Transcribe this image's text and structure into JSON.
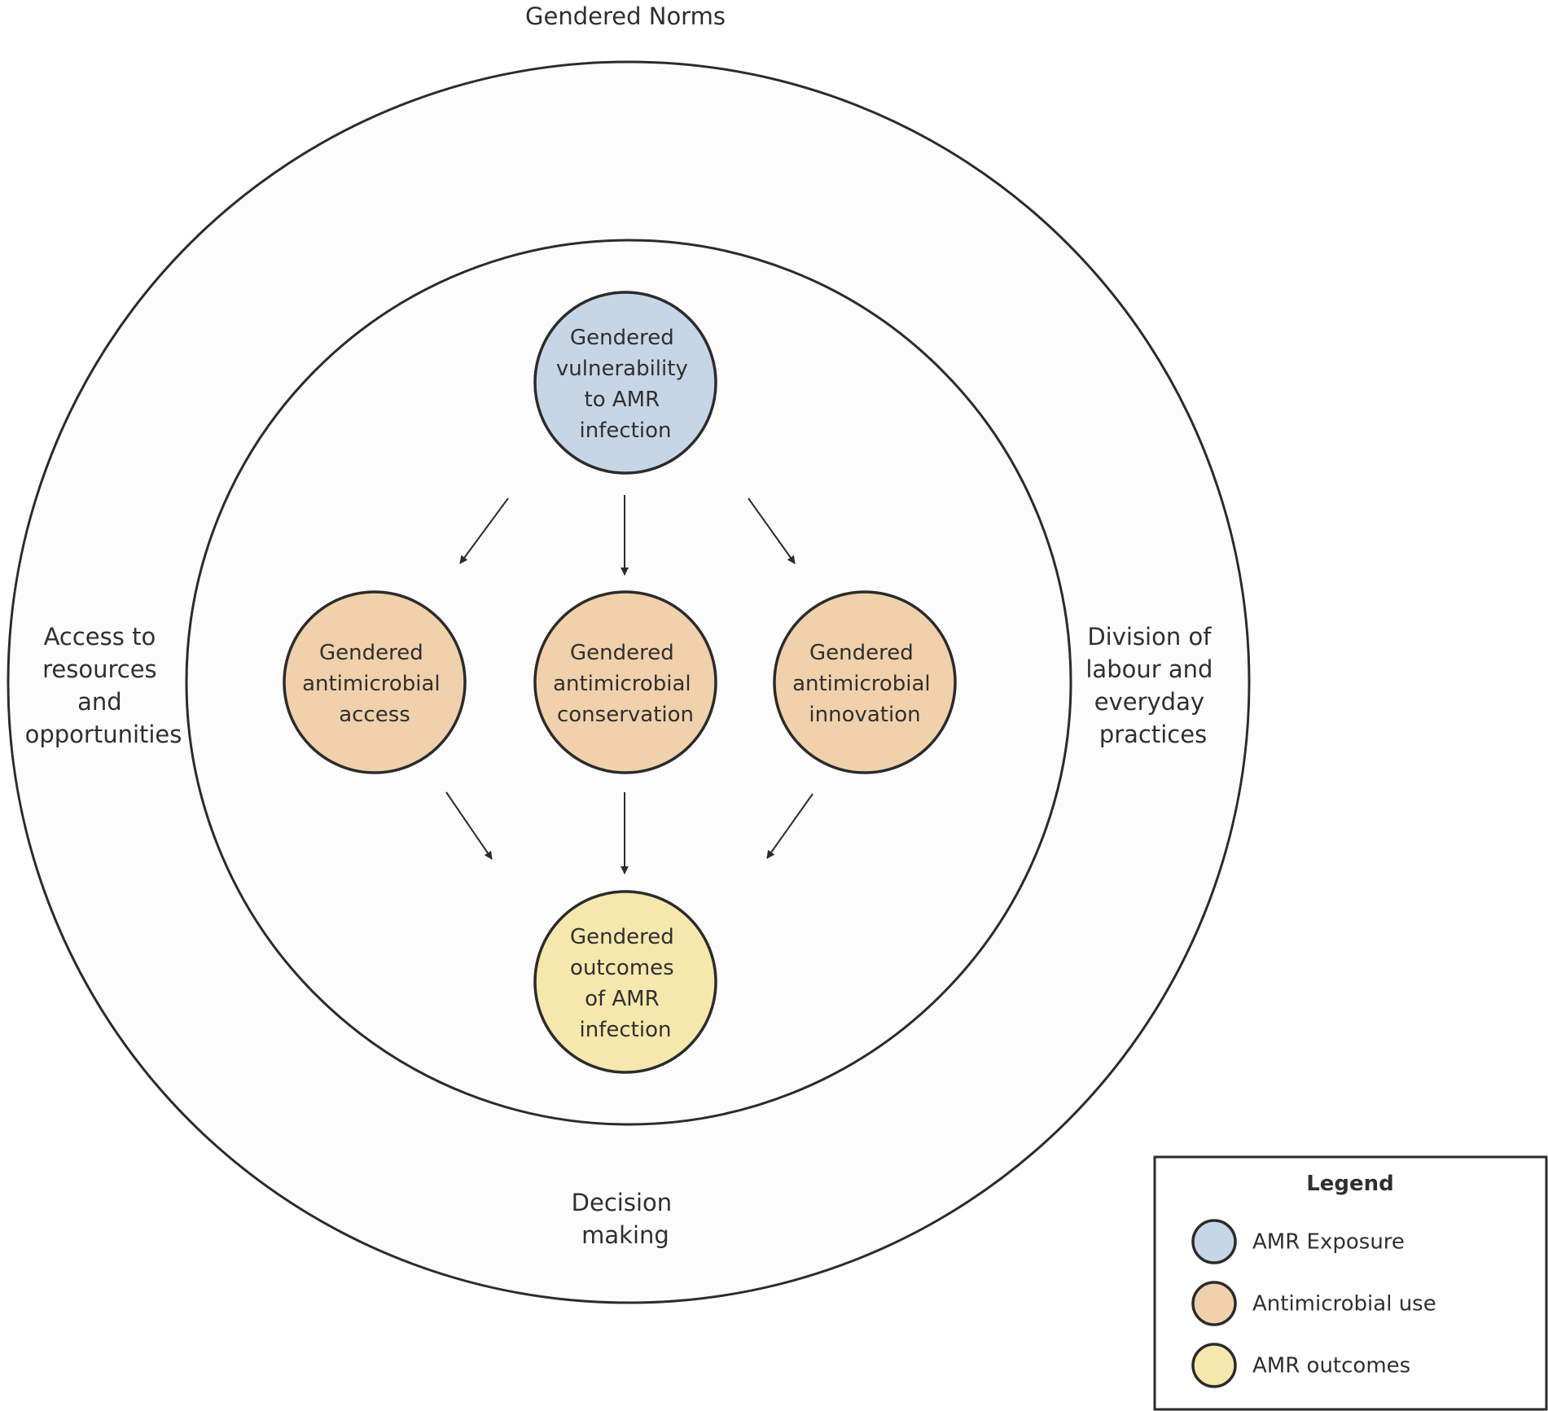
{
  "diagram": {
    "outer_label": "Gendered Norms",
    "side_labels": {
      "left": [
        "Access to",
        "resources",
        "and",
        "opportunities"
      ],
      "right": [
        "Division of",
        "labour and",
        "everyday",
        "practices"
      ],
      "bottom": [
        "Decision",
        "making"
      ]
    },
    "nodes": {
      "vulnerability": {
        "lines": [
          "Gendered",
          "vulnerability",
          "to AMR",
          "infection"
        ],
        "category": "exposure"
      },
      "access": {
        "lines": [
          "Gendered",
          "antimicrobial",
          "access"
        ],
        "category": "use"
      },
      "conservation": {
        "lines": [
          "Gendered",
          "antimicrobial",
          "conservation"
        ],
        "category": "use"
      },
      "innovation": {
        "lines": [
          "Gendered",
          "antimicrobial",
          "innovation"
        ],
        "category": "use"
      },
      "outcomes": {
        "lines": [
          "Gendered",
          "outcomes",
          "of AMR",
          "infection"
        ],
        "category": "outcomes"
      }
    },
    "edges": [
      {
        "from": "vulnerability",
        "to": "access"
      },
      {
        "from": "vulnerability",
        "to": "conservation"
      },
      {
        "from": "vulnerability",
        "to": "innovation"
      },
      {
        "from": "access",
        "to": "outcomes"
      },
      {
        "from": "conservation",
        "to": "outcomes"
      },
      {
        "from": "innovation",
        "to": "outcomes"
      }
    ]
  },
  "legend": {
    "title": "Legend",
    "items": [
      {
        "label": "AMR Exposure",
        "category": "exposure"
      },
      {
        "label": "Antimicrobial use",
        "category": "use"
      },
      {
        "label": "AMR outcomes",
        "category": "outcomes"
      }
    ]
  },
  "colors": {
    "exposure": "#c6d6e6",
    "use": "#f1d1ab",
    "outcomes": "#f6e7ad",
    "stroke": "#2b2b2b",
    "text": "#2f2f2f"
  }
}
